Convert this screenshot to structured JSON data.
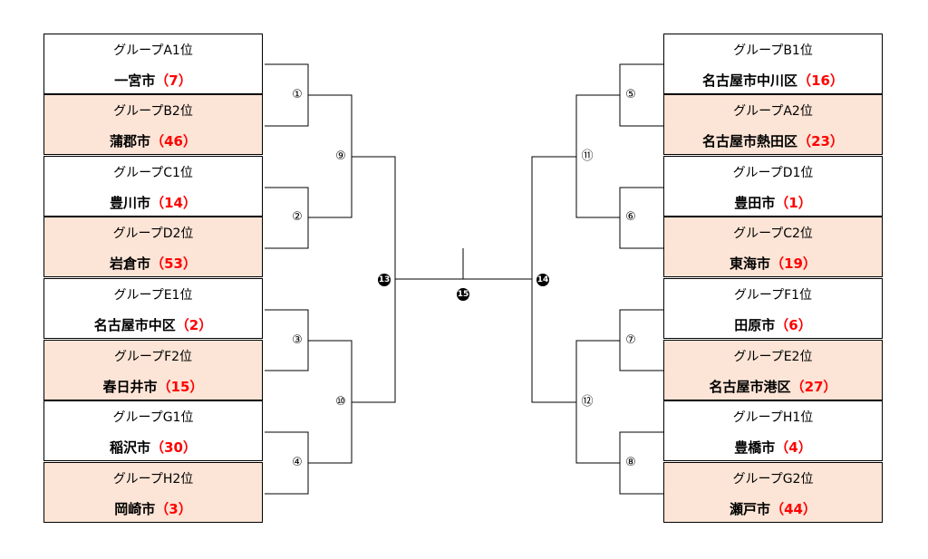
{
  "left_teams": [
    {
      "group": "グループA1位",
      "city": "一宮市",
      "rank": "（7）"
    },
    {
      "group": "グループB2位",
      "city": "蒲郡市",
      "rank": "（46）"
    },
    {
      "group": "グループC1位",
      "city": "豊川市",
      "rank": "（14）"
    },
    {
      "group": "グループD2位",
      "city": "岩倉市",
      "rank": "（53）"
    },
    {
      "group": "グループE1位",
      "city": "名古屋市中区",
      "rank": "（2）"
    },
    {
      "group": "グループF2位",
      "city": "春日井市",
      "rank": "（15）"
    },
    {
      "group": "グループG1位",
      "city": "稲沢市",
      "rank": "（30）"
    },
    {
      "group": "グループH2位",
      "city": "岡崎市",
      "rank": "（3）"
    }
  ],
  "right_teams": [
    {
      "group": "グループB1位",
      "city": "名古屋市中川区",
      "rank": "（16）"
    },
    {
      "group": "グループA2位",
      "city": "名古屋市熱田区",
      "rank": "（23）"
    },
    {
      "group": "グループD1位",
      "city": "豊田市",
      "rank": "（1）"
    },
    {
      "group": "グループC2位",
      "city": "東海市",
      "rank": "（19）"
    },
    {
      "group": "グループF1位",
      "city": "田原市",
      "rank": "（6）"
    },
    {
      "group": "グループE2位",
      "city": "名古屋市港区",
      "rank": "（27）"
    },
    {
      "group": "グループH1位",
      "city": "豊橋市",
      "rank": "（4）"
    },
    {
      "group": "グループG2位",
      "city": "瀬戸市",
      "rank": "（44）"
    }
  ],
  "match_labels": {
    "m1": "①",
    "m2": "②",
    "m3": "③",
    "m4": "④",
    "m5": "⑤",
    "m6": "⑥",
    "m7": "⑦",
    "m8": "⑧",
    "m9": "⑨",
    "m10": "⑩",
    "m11": "⑪",
    "m12": "⑫",
    "m13": "13",
    "m14": "14",
    "m15": "15"
  },
  "colors": {
    "alt_row_fill": "#fce4d6",
    "rank_text": "#ff0000",
    "line": "#000000"
  }
}
